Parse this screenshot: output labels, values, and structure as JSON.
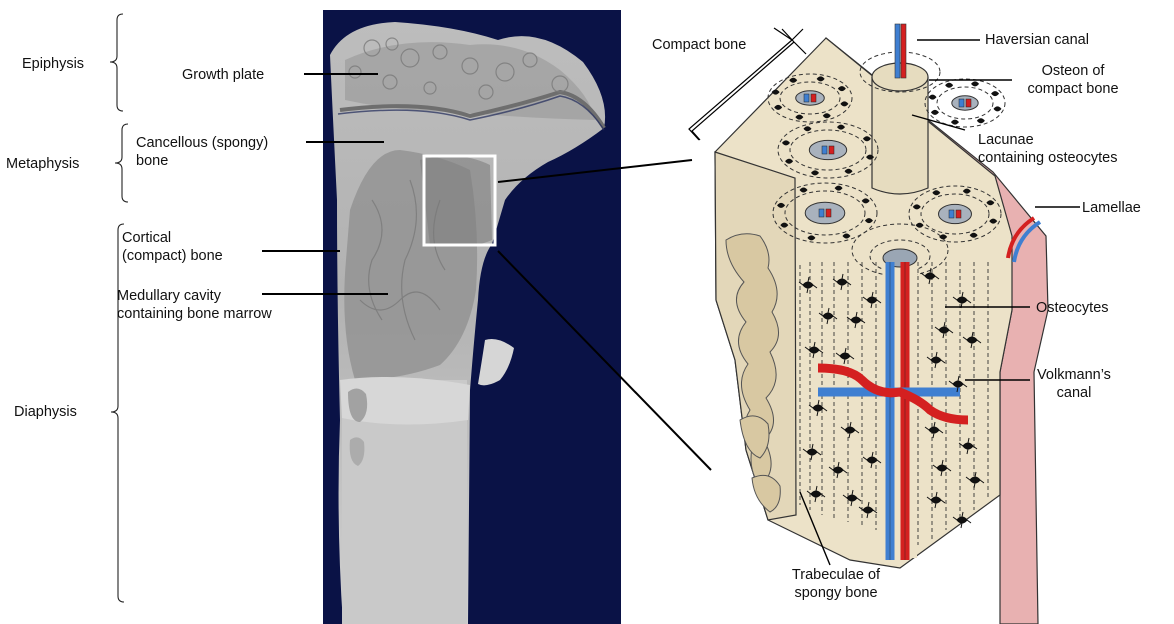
{
  "figure": {
    "left_labels": {
      "epiphysis": "Epiphysis",
      "metaphysis": "Metaphysis",
      "diaphysis": "Diaphysis"
    },
    "micro_ct_labels": {
      "growth_plate": "Growth plate",
      "cancellous": "Cancellous (spongy)\nbone",
      "cortical": "Cortical\n(compact) bone",
      "medullary": "Medullary cavity\ncontaining bone marrow"
    },
    "diagram_labels": {
      "compact_bone": "Compact bone",
      "haversian_canal": "Haversian canal",
      "osteon": "Osteon of\ncompact bone",
      "lacunae": "Lacunae\ncontaining osteocytes",
      "lamellae": "Lamellae",
      "osteocytes": "Osteocytes",
      "volkmann": "Volkmann’s\ncanal",
      "trabeculae": "Trabeculae of\nspongy bone"
    },
    "colors": {
      "scan_background": "#0a1246",
      "bone_fill": "#ece2c8",
      "periosteum": "#e5a9a9",
      "artery": "#d42020",
      "vein": "#3f7fd1",
      "trabeculae": "#d8c8a2"
    }
  }
}
